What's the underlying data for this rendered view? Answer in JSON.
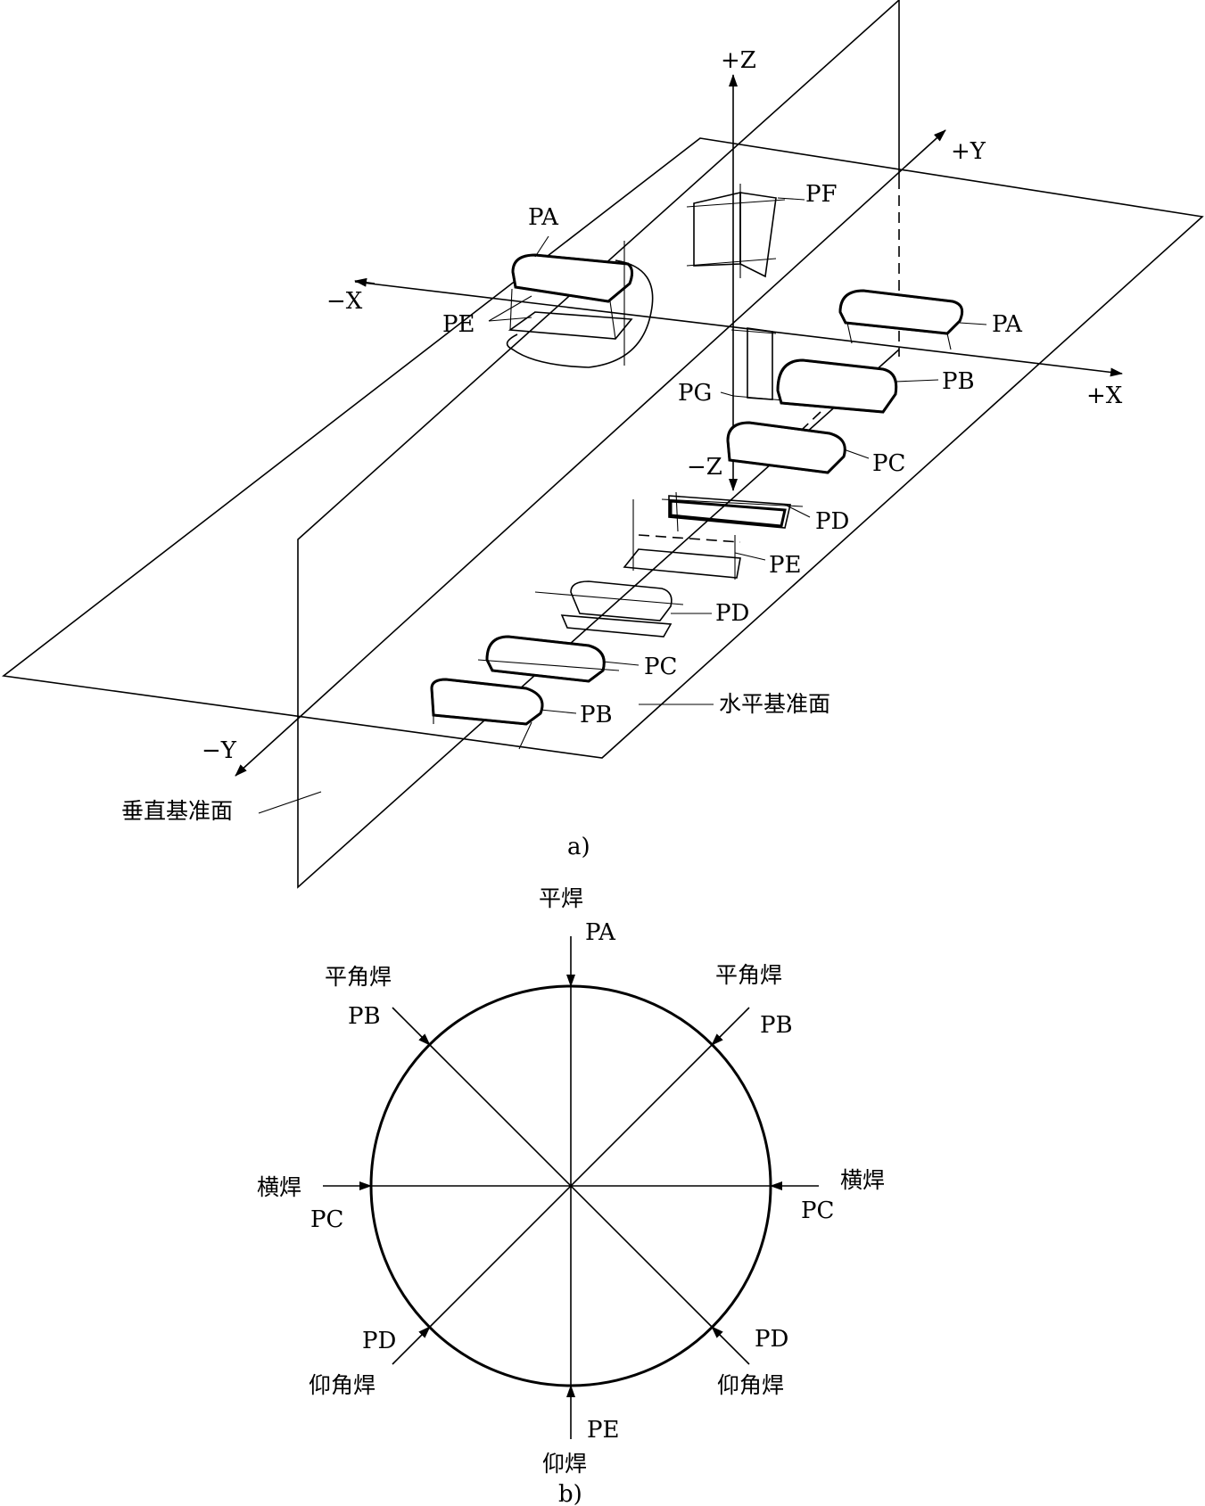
{
  "figure_a": {
    "caption": "a)",
    "axes": {
      "pos_z": "+Z",
      "neg_z": "−Z",
      "pos_y": "+Y",
      "neg_y": "−Y",
      "pos_x": "+X",
      "neg_x": "−X"
    },
    "positions": {
      "pf": "PF",
      "pa_left": "PA",
      "pe_left": "PE",
      "pa_right": "PA",
      "pb_upper": "PB",
      "pg": "PG",
      "pc_upper": "PC",
      "pd_upper": "PD",
      "pe_mid": "PE",
      "pd_lower": "PD",
      "pc_lower": "PC",
      "pb_lower": "PB"
    },
    "planes": {
      "horizontal": "水平基准面",
      "vertical": "垂直基准面"
    }
  },
  "figure_b": {
    "caption": "b)",
    "labels": {
      "top_name": "平焊",
      "top_code": "PA",
      "upper_left_name": "平角焊",
      "upper_left_code": "PB",
      "upper_right_name": "平角焊",
      "upper_right_code": "PB",
      "left_name": "横焊",
      "left_code": "PC",
      "right_name": "横焊",
      "right_code": "PC",
      "lower_left_code": "PD",
      "lower_left_name": "仰角焊",
      "lower_right_code": "PD",
      "lower_right_name": "仰角焊",
      "bottom_code": "PE",
      "bottom_name": "仰焊"
    }
  }
}
